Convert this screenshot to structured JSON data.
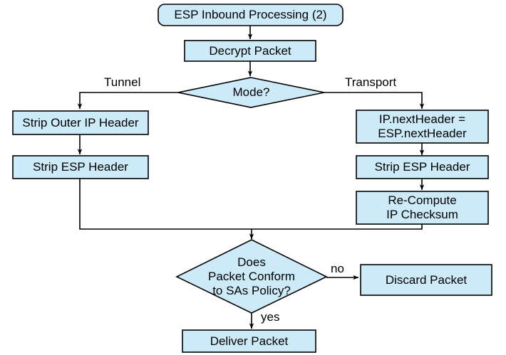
{
  "diagram": {
    "title": "ESP Inbound Processing (2)",
    "colors": {
      "node_fill": "#cceaf8",
      "node_stroke": "#000000",
      "edge_stroke": "#000000",
      "background": "#ffffff",
      "text": "#000000"
    },
    "nodes": {
      "start": {
        "label": "ESP Inbound Processing (2)",
        "shape": "rounded-terminal"
      },
      "decrypt": {
        "label": "Decrypt Packet",
        "shape": "process"
      },
      "mode": {
        "label": "Mode?",
        "shape": "decision"
      },
      "strip_outer_ip": {
        "label": "Strip Outer IP Header",
        "shape": "process"
      },
      "strip_esp_tunnel": {
        "label": "Strip ESP Header",
        "shape": "process"
      },
      "next_header": {
        "label": "IP.nextHeader =\nESP.nextHeader",
        "shape": "process"
      },
      "strip_esp_transport": {
        "label": "Strip ESP Header",
        "shape": "process"
      },
      "recompute": {
        "label": "Re-Compute\nIP Checksum",
        "shape": "process"
      },
      "conform": {
        "label": "Does\nPacket Conform\nto SAs Policy?",
        "shape": "decision"
      },
      "discard": {
        "label": "Discard Packet",
        "shape": "process"
      },
      "deliver": {
        "label": "Deliver Packet",
        "shape": "process"
      }
    },
    "edge_labels": {
      "tunnel": "Tunnel",
      "transport": "Transport",
      "no": "no",
      "yes": "yes"
    }
  }
}
